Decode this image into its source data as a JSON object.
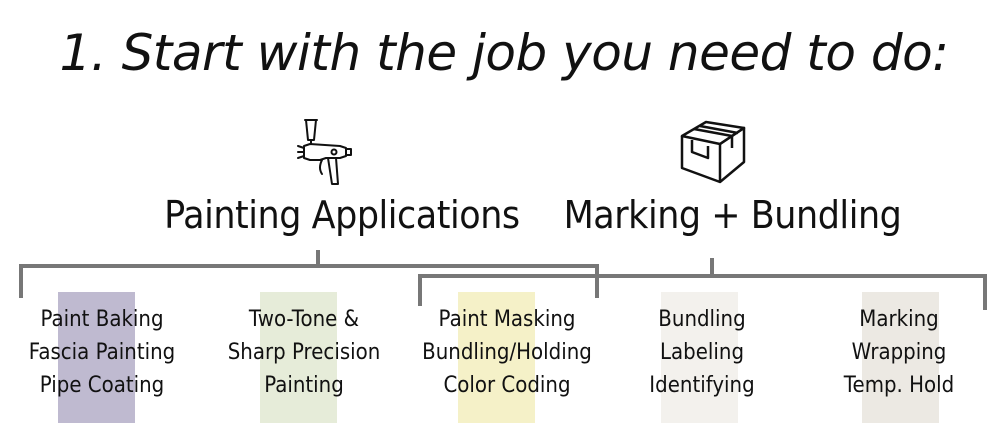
{
  "title": "1. Start with the job you need to do:",
  "categories": [
    {
      "label": "Painting Applications",
      "icon": "spray-gun-icon"
    },
    {
      "label": "Marking + Bundling",
      "icon": "package-box-icon"
    }
  ],
  "items": [
    {
      "lines": [
        "Paint Baking",
        "Fascia Painting",
        "Pipe Coating"
      ],
      "color": "#bfbad0"
    },
    {
      "lines": [
        "Two-Tone &",
        "Sharp Precision",
        "Painting"
      ],
      "color": "#e6ecd9"
    },
    {
      "lines": [
        "Paint Masking",
        "Bundling/Holding",
        "Color Coding"
      ],
      "color": "#f5f1c8"
    },
    {
      "lines": [
        "Bundling",
        "Labeling",
        "Identifying"
      ],
      "color": "#f3f1ed"
    },
    {
      "lines": [
        "Marking",
        "Wrapping",
        "Temp. Hold"
      ],
      "color": "#ece9e3"
    }
  ],
  "colors": {
    "bracket": "#777777",
    "text": "#111111"
  }
}
